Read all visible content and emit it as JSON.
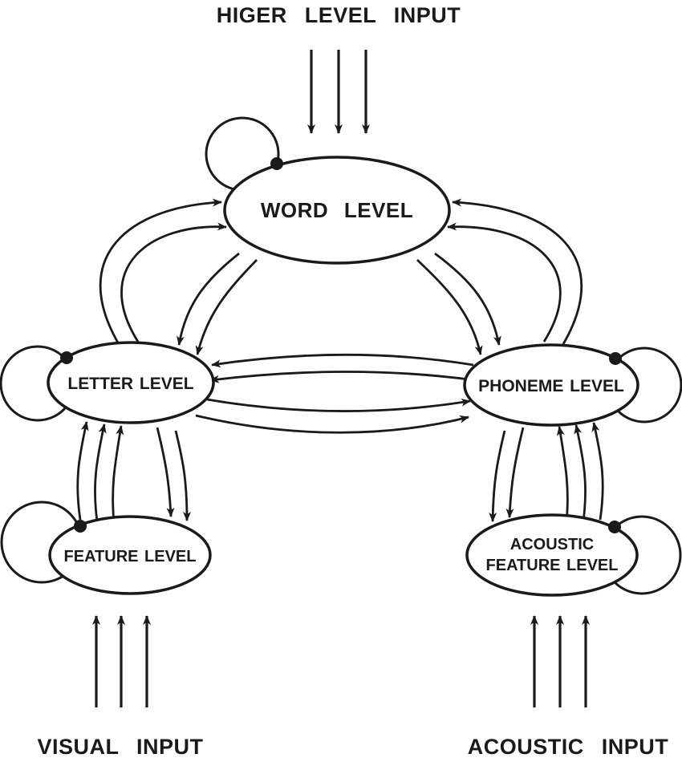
{
  "diagram": {
    "type": "interactive-activation-model",
    "colors": {
      "ink": "#1a1a1a",
      "background": "#ffffff"
    },
    "inputs": {
      "top_label": "HIGER LEVEL INPUT",
      "bottom_left_label": "VISUAL INPUT",
      "bottom_right_label": "ACOUSTIC INPUT"
    },
    "nodes": {
      "word": {
        "label": "WORD LEVEL"
      },
      "letter": {
        "label": "LETTER LEVEL"
      },
      "phoneme": {
        "label": "PHONEME LEVEL"
      },
      "feature": {
        "label": "FEATURE LEVEL"
      },
      "acoustic_feature": {
        "label_line1": "ACOUSTIC",
        "label_line2": "FEATURE LEVEL"
      }
    }
  }
}
